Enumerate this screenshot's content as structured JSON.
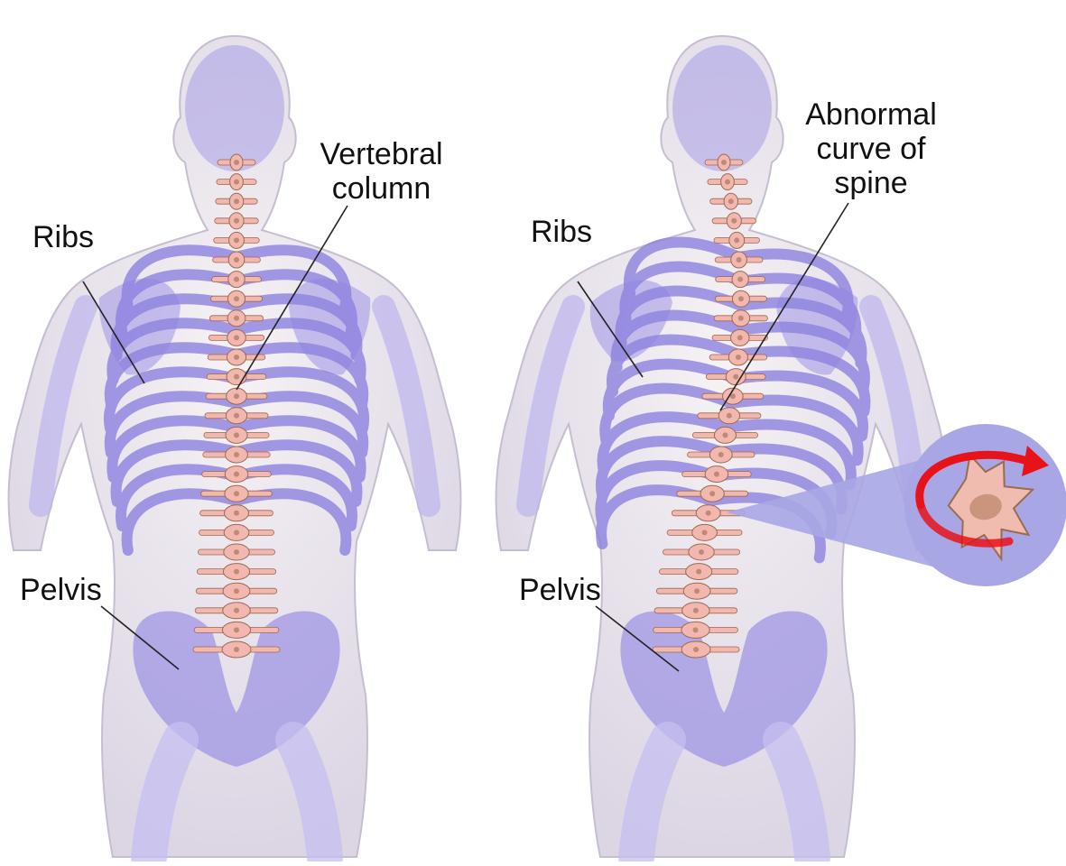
{
  "colors": {
    "skin": "#efe6ee",
    "skin_edge": "#b9b0c8",
    "bone": "#9a8ee6",
    "bone_light": "#c8c0f2",
    "vertebra": "#f2b8b0",
    "vertebra_dark": "#9c6a4e",
    "callout": "#a9a6e6",
    "arrow": "#e8131a",
    "leader": "#222222"
  },
  "icons": {
    "rotation": "circular-arrow-icon"
  },
  "left_figure": {
    "labels": {
      "vertebral_column": [
        "Vertebral",
        "column"
      ],
      "ribs": "Ribs",
      "pelvis": "Pelvis"
    }
  },
  "right_figure": {
    "labels": {
      "abnormal_curve": [
        "Abnormal",
        "curve of",
        "spine"
      ],
      "ribs": "Ribs",
      "pelvis": "Pelvis"
    }
  }
}
